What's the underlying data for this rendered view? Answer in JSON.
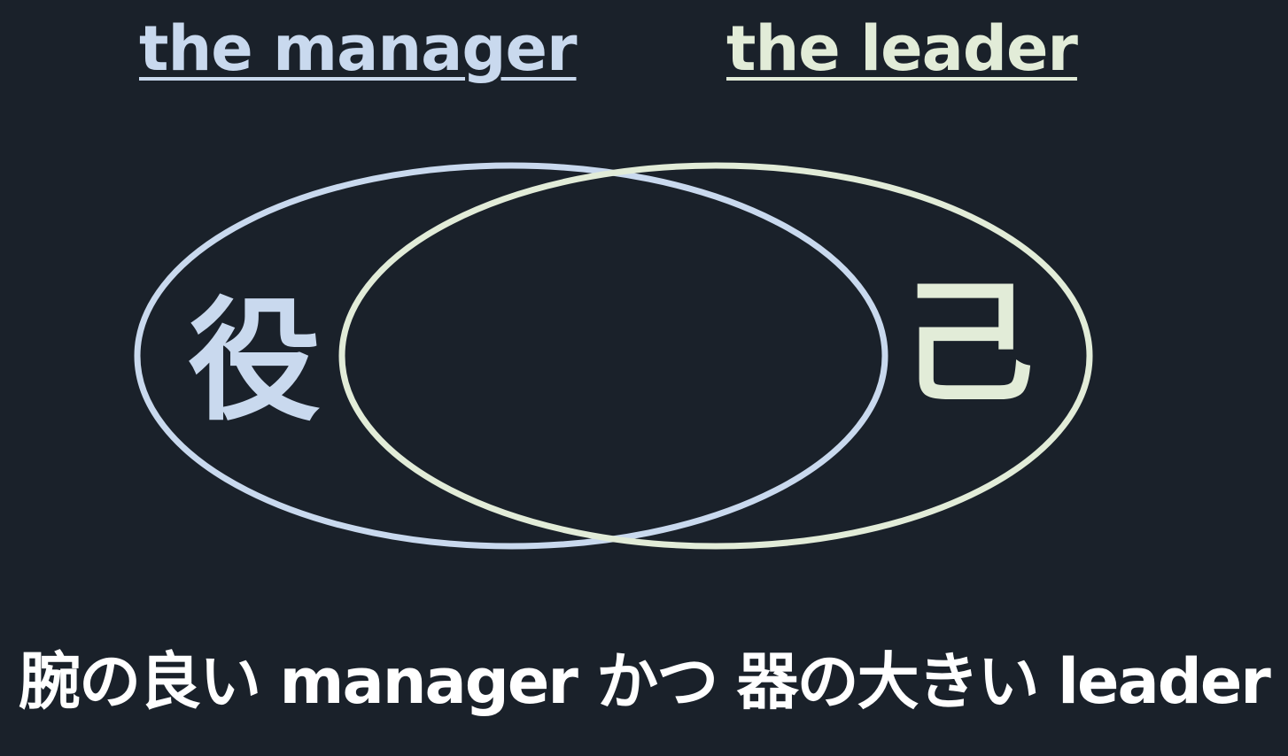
{
  "headings": {
    "manager": "the manager",
    "leader": "the leader"
  },
  "venn": {
    "left_label": "役",
    "right_label": "己"
  },
  "caption": "腕の良い manager かつ 器の大きい leader",
  "colors": {
    "background": "#1a212a",
    "manager": "#c9d9ee",
    "leader": "#e2ecd8",
    "caption": "#ffffff"
  }
}
